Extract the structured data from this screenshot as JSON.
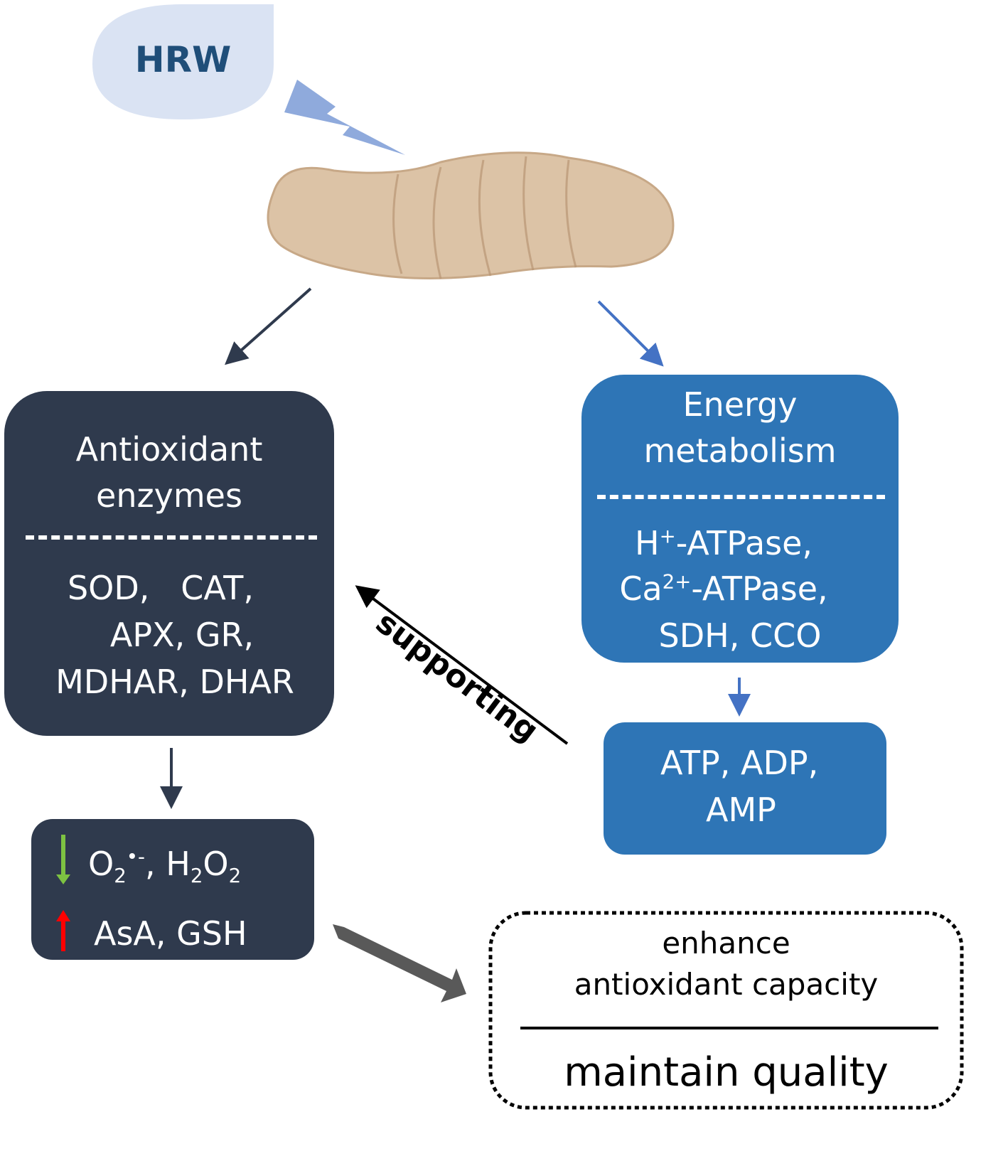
{
  "hrw": {
    "label": "HRW"
  },
  "antioxidant": {
    "title_line1": "Antioxidant",
    "title_line2": "enzymes",
    "items_line1": "SOD,   CAT,",
    "items_line2": "APX, GR,",
    "items_line3": "MDHAR, DHAR"
  },
  "energy": {
    "title_line1": "Energy",
    "title_line2": "metabolism",
    "h_base": "H",
    "h_sup": "+",
    "h_rest": "-ATPase,",
    "ca_base": "Ca",
    "ca_sup": "2+",
    "ca_rest": "-ATPase,",
    "items_line3": "SDH, CCO"
  },
  "atp": {
    "line1": "ATP, ADP,",
    "line2": "AMP"
  },
  "ros": {
    "o": "O",
    "o_sub": "2",
    "o_sup": "•-",
    "sep": ", H",
    "h_sub": "2",
    "o2": "O",
    "o2_sub": "2",
    "line2": "AsA, GSH"
  },
  "supporting": {
    "label": "supporting"
  },
  "outcome": {
    "line1": "enhance",
    "line2": "antioxidant capacity",
    "line3": "maintain quality"
  },
  "colors": {
    "dark": "#2f3a4d",
    "blue": "#2e75b6",
    "up": "#ff0000",
    "down": "#7dc242"
  }
}
